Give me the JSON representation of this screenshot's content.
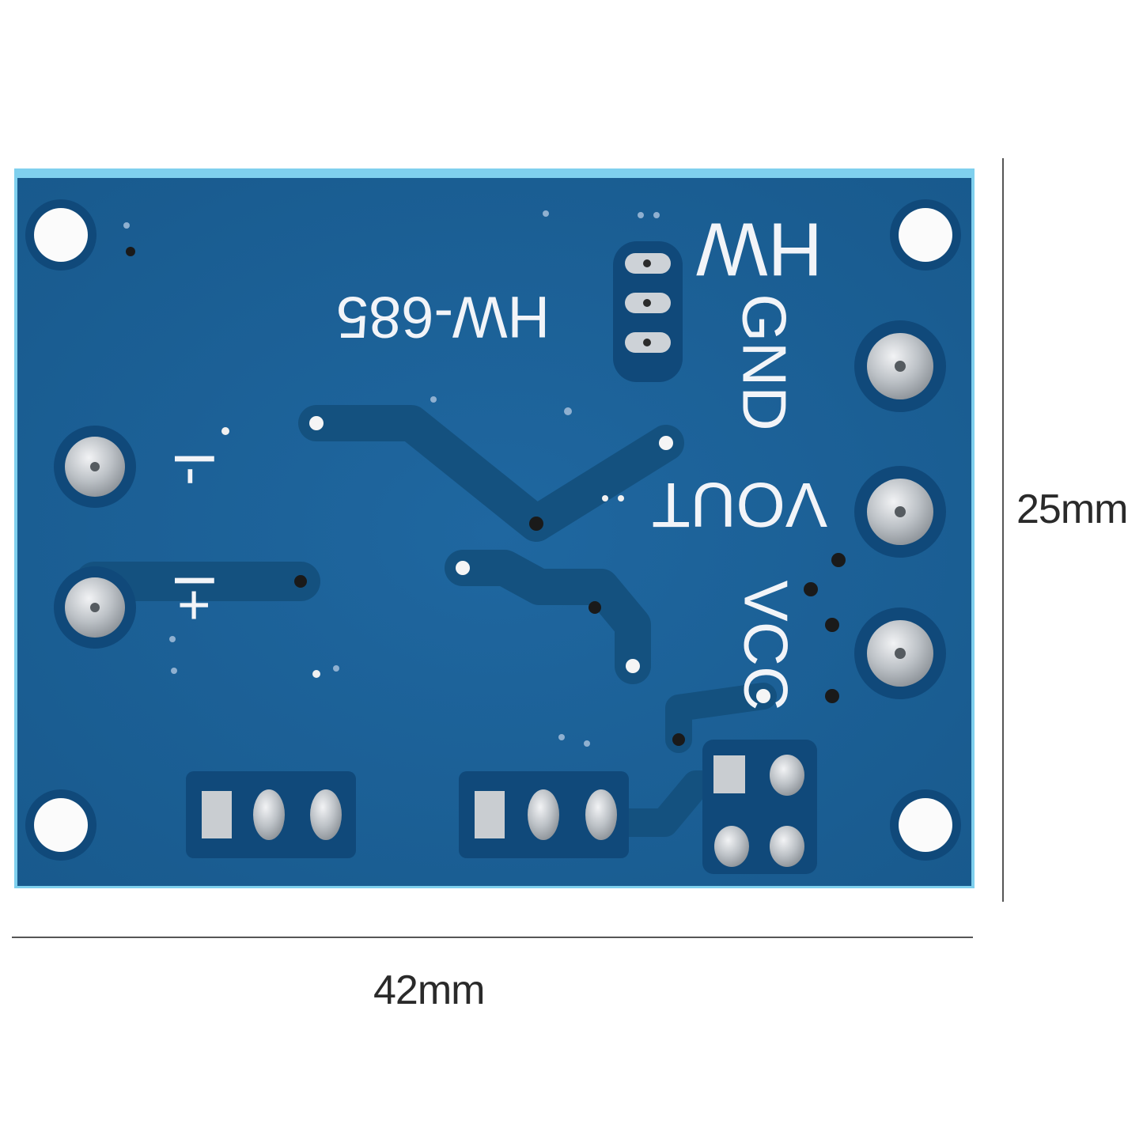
{
  "board": {
    "model_label": "HW-685",
    "brand_label": "HW",
    "pin_gnd": "GND",
    "pin_vout": "VOUT",
    "pin_vcc": "VCC",
    "in_minus": "I-",
    "in_plus": "I+",
    "colors": {
      "pcb": "#1a5f95",
      "pcb_edge": "#7fd0ee",
      "trace": "#14517f",
      "silkscreen": "#f2f4f8",
      "solder": "#c4c8cc"
    }
  },
  "dimensions": {
    "height_label": "25mm",
    "width_label": "42mm"
  }
}
